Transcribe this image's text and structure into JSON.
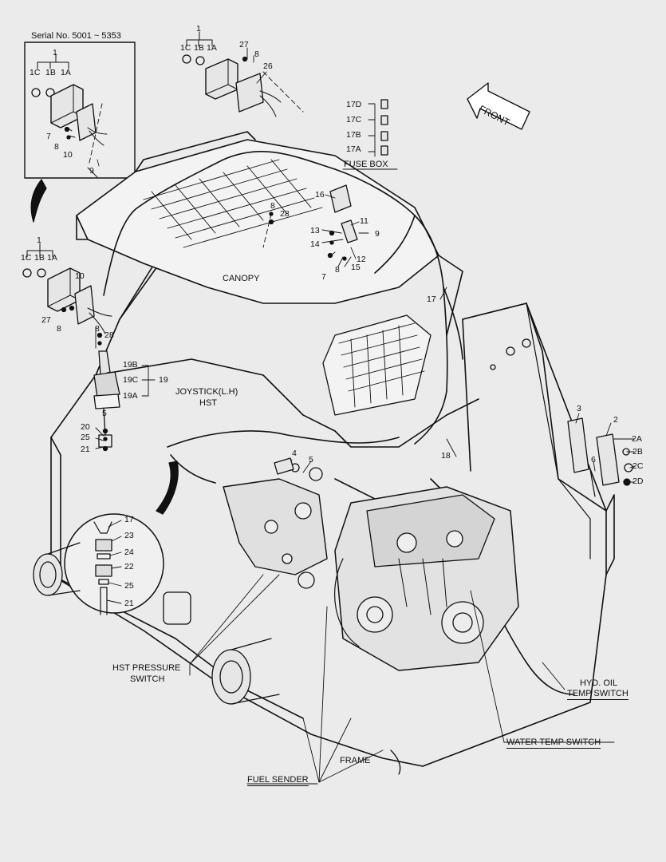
{
  "serial_note": "Serial No. 5001 ~ 5353",
  "captions": {
    "front": "FRONT",
    "canopy": "CANOPY",
    "fuse_box": "FUSE BOX",
    "joystick": "JOYSTICK(L.H)",
    "hst": "HST",
    "hst_pressure_line1": "HST PRESSURE",
    "hst_pressure_line2": "SWITCH",
    "hyd_oil_line1": "HYD. OIL",
    "hyd_oil_line2": "TEMP SWITCH",
    "water_temp": "WATER TEMP SWITCH",
    "frame": "FRAME",
    "fuel_sender": "FUEL SENDER"
  },
  "callouts": {
    "inset_1": "1",
    "inset_1c": "1C",
    "inset_1b": "1B",
    "inset_1a": "1A",
    "inset_7": "7",
    "inset_8": "8",
    "inset_10": "10",
    "inset_9": "9",
    "top_1": "1",
    "top_1c": "1C",
    "top_1b": "1B",
    "top_1a": "1A",
    "top_27": "27",
    "top_8": "8",
    "top_26": "26",
    "fb_17d": "17D",
    "fb_17c": "17C",
    "fb_17b": "17B",
    "fb_17a": "17A",
    "c16": "16",
    "c11": "11",
    "c9": "9",
    "c13": "13",
    "c14": "14",
    "c12": "12",
    "c7": "7",
    "c8b": "8",
    "c15": "15",
    "c8_28a": "8",
    "c28a": "28",
    "left_1": "1",
    "left_1c": "1C",
    "left_1b": "1B",
    "left_1a": "1A",
    "left_10": "10",
    "left_27": "27",
    "left_8": "8",
    "c8_28b": "8",
    "c28b": "28",
    "j19b": "19B",
    "j19c": "19C",
    "j19": "19",
    "j19a": "19A",
    "c5a": "5",
    "c20": "20",
    "c25": "25",
    "c21": "21",
    "c4": "4",
    "c5b": "5",
    "c17a": "17",
    "c18": "18",
    "c3": "3",
    "c2": "2",
    "c2a": "2A",
    "c2b": "2B",
    "c6": "6",
    "c2c": "2C",
    "c2d": "2D",
    "d17": "17",
    "d23": "23",
    "d24": "24",
    "d22": "22",
    "d25": "25",
    "d21": "21"
  }
}
